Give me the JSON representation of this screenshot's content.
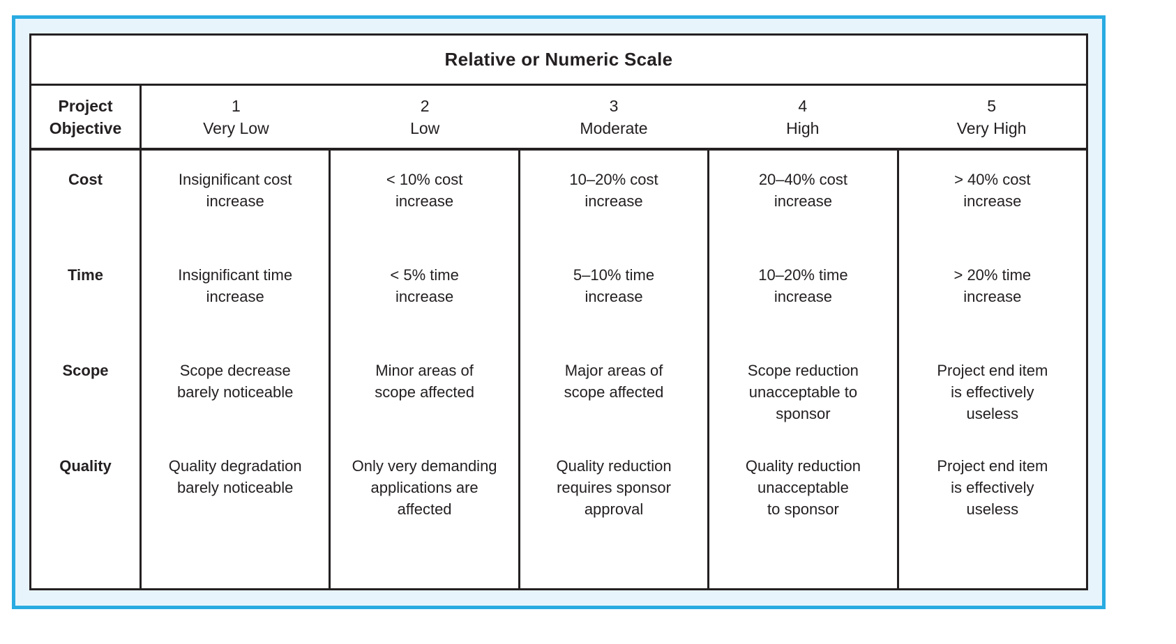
{
  "colors": {
    "frame_border": "#29abe2",
    "frame_fill": "#e8f4fc",
    "table_border": "#242021",
    "text": "#242021",
    "cell_background": "#ffffff"
  },
  "table": {
    "title": "Relative or Numeric Scale",
    "corner": {
      "line1": "Project",
      "line2": "Objective"
    },
    "scale_headers": [
      {
        "number": "1",
        "label": "Very Low"
      },
      {
        "number": "2",
        "label": "Low"
      },
      {
        "number": "3",
        "label": "Moderate"
      },
      {
        "number": "4",
        "label": "High"
      },
      {
        "number": "5",
        "label": "Very High"
      }
    ],
    "rows": [
      {
        "label": "Cost",
        "cells": [
          "Insignificant cost\nincrease",
          "< 10% cost\nincrease",
          "10–20% cost\nincrease",
          "20–40% cost\nincrease",
          "> 40% cost\nincrease"
        ]
      },
      {
        "label": "Time",
        "cells": [
          "Insignificant time\nincrease",
          "< 5% time\nincrease",
          "5–10% time\nincrease",
          "10–20% time\nincrease",
          "> 20% time\nincrease"
        ]
      },
      {
        "label": "Scope",
        "cells": [
          "Scope decrease\nbarely noticeable",
          "Minor areas of\nscope affected",
          "Major areas of\nscope affected",
          "Scope reduction\nunacceptable to\nsponsor",
          "Project end item\nis effectively\nuseless"
        ]
      },
      {
        "label": "Quality",
        "cells": [
          "Quality degradation\nbarely noticeable",
          "Only very demanding\napplications are\naffected",
          "Quality reduction\nrequires sponsor\napproval",
          "Quality reduction\nunacceptable\nto sponsor",
          "Project end item\nis effectively\nuseless"
        ]
      }
    ]
  },
  "chart_data": {
    "type": "table",
    "title": "Relative or Numeric Scale",
    "row_header": "Project Objective",
    "columns": [
      "1 Very Low",
      "2 Low",
      "3 Moderate",
      "4 High",
      "5 Very High"
    ],
    "rows": [
      {
        "objective": "Cost",
        "values": [
          "Insignificant cost increase",
          "< 10% cost increase",
          "10–20% cost increase",
          "20–40% cost increase",
          "> 40% cost increase"
        ]
      },
      {
        "objective": "Time",
        "values": [
          "Insignificant time increase",
          "< 5% time increase",
          "5–10% time increase",
          "10–20% time increase",
          "> 20% time increase"
        ]
      },
      {
        "objective": "Scope",
        "values": [
          "Scope decrease barely noticeable",
          "Minor areas of scope affected",
          "Major areas of scope affected",
          "Scope reduction unacceptable to sponsor",
          "Project end item is effectively useless"
        ]
      },
      {
        "objective": "Quality",
        "values": [
          "Quality degradation barely noticeable",
          "Only very demanding applications are affected",
          "Quality reduction requires sponsor approval",
          "Quality reduction unacceptable to sponsor",
          "Project end item is effectively useless"
        ]
      }
    ]
  }
}
